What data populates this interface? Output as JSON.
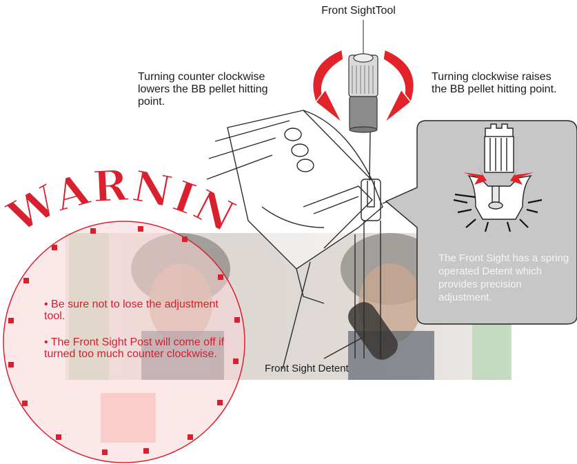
{
  "labels": {
    "front_sight_tool": "Front SightTool",
    "counter_clockwise": "Turning counter clockwise lowers the BB pellet hitting point.",
    "clockwise": "Turning  clockwise raises the BB pellet hitting point.",
    "front_sight_detent": "Front Sight Detent"
  },
  "callout": {
    "text": "The Front Sight has a spring operated Detent which provides precision adjustment."
  },
  "warning": {
    "title": "WARNING",
    "items": [
      "• Be sure not to lose the adjustment tool.",
      "• The Front Sight Post will come off if turned too much counter clockwise."
    ]
  },
  "colors": {
    "warning_red": "#d8202e",
    "arrow_red": "#e2232a",
    "callout_gray": "#c7c7c7",
    "ink": "#1a1a1a"
  }
}
